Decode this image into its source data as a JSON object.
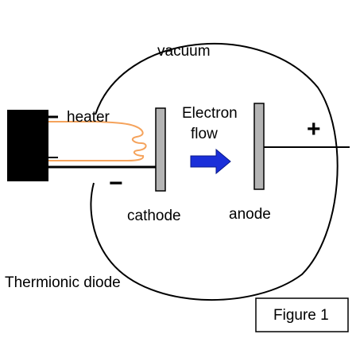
{
  "labels": {
    "vacuum": "vacuum",
    "heater": "heater",
    "electron_flow_line1": "Electron",
    "electron_flow_line2": "flow",
    "cathode": "cathode",
    "anode": "anode",
    "minus": "−",
    "plus": "+",
    "caption": "Thermionic diode",
    "figure": "Figure 1"
  },
  "colors": {
    "heater_wire": "#f5a35c",
    "arrow": "#1a2fd9",
    "electrode": "#b4b4b4",
    "socket": "#000000",
    "outline": "#000000"
  }
}
